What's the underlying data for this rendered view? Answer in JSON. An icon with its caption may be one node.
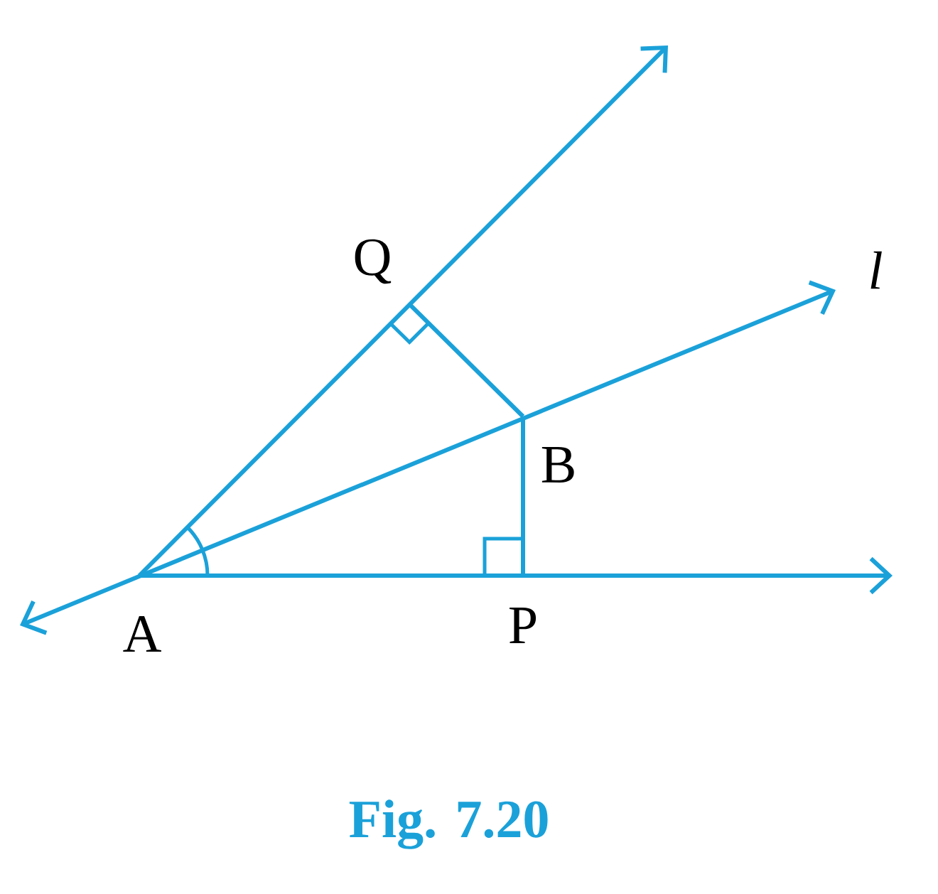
{
  "diagram": {
    "caption": "Fig. 7.20",
    "labels": [
      "Q",
      "l",
      "B",
      "A",
      "P"
    ]
  }
}
